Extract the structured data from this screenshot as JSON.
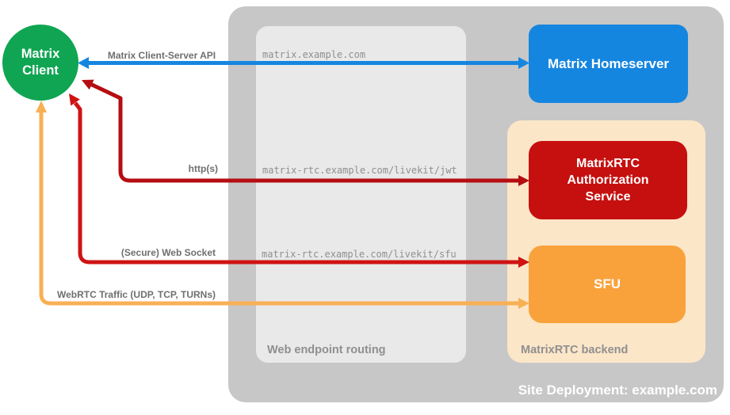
{
  "colors": {
    "client_green": "#10a552",
    "homeserver_blue": "#1586e0",
    "auth_service_red": "#c5100f",
    "sfu_orange": "#f9a23c",
    "backend_peach": "#fce6c8",
    "site_container_gray": "#c7c7c7",
    "routing_box_gray": "#e9e9e9",
    "api_arrow_blue": "#1586e0",
    "http_arrow_red": "#b50d10",
    "websocket_arrow_red": "#cf1313",
    "webrtc_arrow_orange": "#f8b055",
    "connection_label_gray": "#6f6f6f",
    "endpoint_text_gray": "#8f8f8f"
  },
  "diagram": {
    "deployment_label": "Site Deployment: example.com",
    "client": {
      "label": "Matrix Client"
    },
    "homeserver": {
      "label": "Matrix Homeserver"
    },
    "auth_service": {
      "label": "MatrixRTC Authorization Service"
    },
    "sfu": {
      "label": "SFU"
    },
    "routing": {
      "label": "Web endpoint routing",
      "endpoints": [
        "matrix.example.com",
        "matrix-rtc.example.com/livekit/jwt",
        "matrix-rtc.example.com/livekit/sfu"
      ]
    },
    "backend": {
      "label": "MatrixRTC backend"
    },
    "connections": [
      {
        "label": "Matrix Client-Server API",
        "from": "Matrix Client",
        "to": "Matrix Homeserver",
        "bidirectional": true,
        "color": "#1586e0"
      },
      {
        "label": "http(s)",
        "from": "Matrix Client",
        "to": "MatrixRTC Authorization Service",
        "bidirectional": true,
        "color": "#b50d10"
      },
      {
        "label": "(Secure) Web Socket",
        "from": "Matrix Client",
        "to": "SFU",
        "bidirectional": true,
        "color": "#cf1313"
      },
      {
        "label": "WebRTC Traffic (UDP, TCP, TURNs)",
        "from": "Matrix Client",
        "to": "SFU",
        "bidirectional": true,
        "color": "#f8b055"
      }
    ]
  }
}
